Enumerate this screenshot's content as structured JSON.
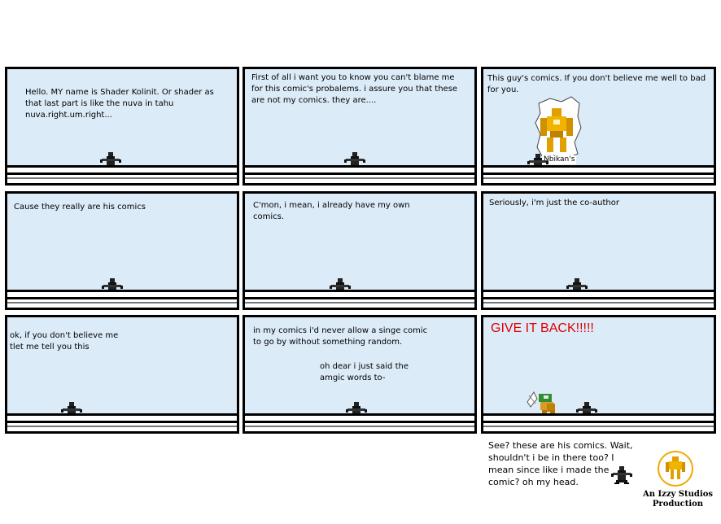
{
  "panels": [
    {
      "text": "Hello. MY name is Shader Kolinit. Or shader as that last part is like the nuva in tahu nuva.right.um.right..."
    },
    {
      "text": "First of all i want you to know you can't blame me for this comic's probalems. i assure you that these are not my comics. they are...."
    },
    {
      "text": "This guy's comics. If you don't believe me well to bad for you.",
      "label": "Nbikan's"
    },
    {
      "text": "Cause they really are his comics"
    },
    {
      "text": "C'mon, i mean, i already have my own comics."
    },
    {
      "text": "Seriously, i'm just the co-author"
    },
    {
      "text": "ok, if you don't believe me tlet me tell you this"
    },
    {
      "text": "in my comics i'd never allow a singe comic to go by without something random.",
      "text2": "oh dear i just said the amgic words to-"
    },
    {
      "text": "GIVE IT BACK!!!!!"
    }
  ],
  "footer": {
    "caption": "See? these are his comics. Wait, shouldn't i be in there too? I mean since like i made the comic? oh my head.",
    "logo_line1": "An Izzy Studios",
    "logo_line2": "Production"
  },
  "colors": {
    "panel_bg": "#dcebf8",
    "shout": "#e00000",
    "logo_ring": "#f2a900"
  }
}
